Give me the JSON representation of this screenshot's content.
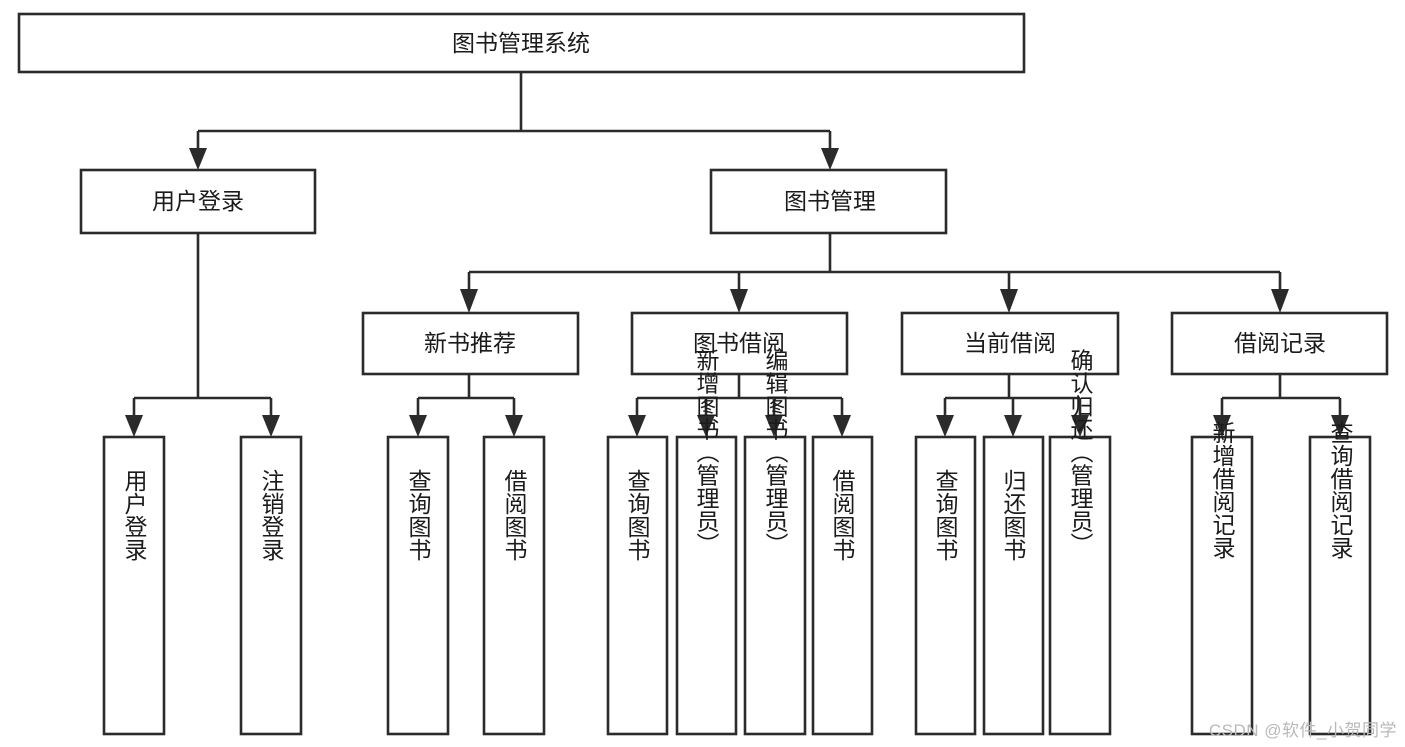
{
  "diagram": {
    "type": "tree",
    "title": "图书管理系统",
    "orientation": "top-down",
    "colors": {
      "box_stroke": "#2b2b2b",
      "box_fill": "#ffffff",
      "connector": "#2b2b2b",
      "text": "#1b1b1b",
      "background": "#ffffff",
      "watermark": "#b9b9b9"
    },
    "levels": {
      "root": "图书管理系统",
      "level2": [
        "用户登录",
        "图书管理"
      ],
      "level3": [
        "新书推荐",
        "图书借阅",
        "当前借阅",
        "借阅记录"
      ],
      "level4": [
        "用户登录",
        "注销登录",
        "查询图书",
        "借阅图书",
        "查询图书",
        "新增图书（管理员）",
        "编辑图书（管理员）",
        "借阅图书",
        "查询图书",
        "归还图书",
        "确认归还（管理员）",
        "新增借阅记录",
        "查询借阅记录"
      ]
    },
    "nodes": {
      "root": {
        "label": "图书管理系统"
      },
      "user_login": {
        "label": "用户登录"
      },
      "book_manage": {
        "label": "图书管理"
      },
      "new_book_rec": {
        "label": "新书推荐"
      },
      "book_borrow": {
        "label": "图书借阅"
      },
      "current_borrow": {
        "label": "当前借阅"
      },
      "borrow_record": {
        "label": "借阅记录"
      },
      "leaf_user_login": {
        "label": "用户登录"
      },
      "leaf_logout": {
        "label": "注销登录"
      },
      "leaf_query_book_a": {
        "label": "查询图书"
      },
      "leaf_borrow_book_a": {
        "label": "借阅图书"
      },
      "leaf_query_book_b": {
        "label": "查询图书"
      },
      "leaf_add_book": {
        "label": "新增图书（管理员）"
      },
      "leaf_edit_book": {
        "label": "编辑图书（管理员）"
      },
      "leaf_borrow_book_b": {
        "label": "借阅图书"
      },
      "leaf_query_book_c": {
        "label": "查询图书"
      },
      "leaf_return_book": {
        "label": "归还图书"
      },
      "leaf_confirm_return": {
        "label": "确认归还（管理员）"
      },
      "leaf_add_record": {
        "label": "新增借阅记录"
      },
      "leaf_query_record": {
        "label": "查询借阅记录"
      }
    },
    "edges": [
      {
        "from": "root",
        "to": "user_login"
      },
      {
        "from": "root",
        "to": "book_manage"
      },
      {
        "from": "user_login",
        "to": "leaf_user_login"
      },
      {
        "from": "user_login",
        "to": "leaf_logout"
      },
      {
        "from": "book_manage",
        "to": "new_book_rec"
      },
      {
        "from": "book_manage",
        "to": "book_borrow"
      },
      {
        "from": "book_manage",
        "to": "current_borrow"
      },
      {
        "from": "book_manage",
        "to": "borrow_record"
      },
      {
        "from": "new_book_rec",
        "to": "leaf_query_book_a"
      },
      {
        "from": "new_book_rec",
        "to": "leaf_borrow_book_a"
      },
      {
        "from": "book_borrow",
        "to": "leaf_query_book_b"
      },
      {
        "from": "book_borrow",
        "to": "leaf_add_book"
      },
      {
        "from": "book_borrow",
        "to": "leaf_edit_book"
      },
      {
        "from": "book_borrow",
        "to": "leaf_borrow_book_b"
      },
      {
        "from": "current_borrow",
        "to": "leaf_query_book_c"
      },
      {
        "from": "current_borrow",
        "to": "leaf_return_book"
      },
      {
        "from": "current_borrow",
        "to": "leaf_confirm_return"
      },
      {
        "from": "borrow_record",
        "to": "leaf_add_record"
      },
      {
        "from": "borrow_record",
        "to": "leaf_query_record"
      }
    ]
  },
  "watermark": {
    "text": "CSDN @软件_小贺同学"
  }
}
